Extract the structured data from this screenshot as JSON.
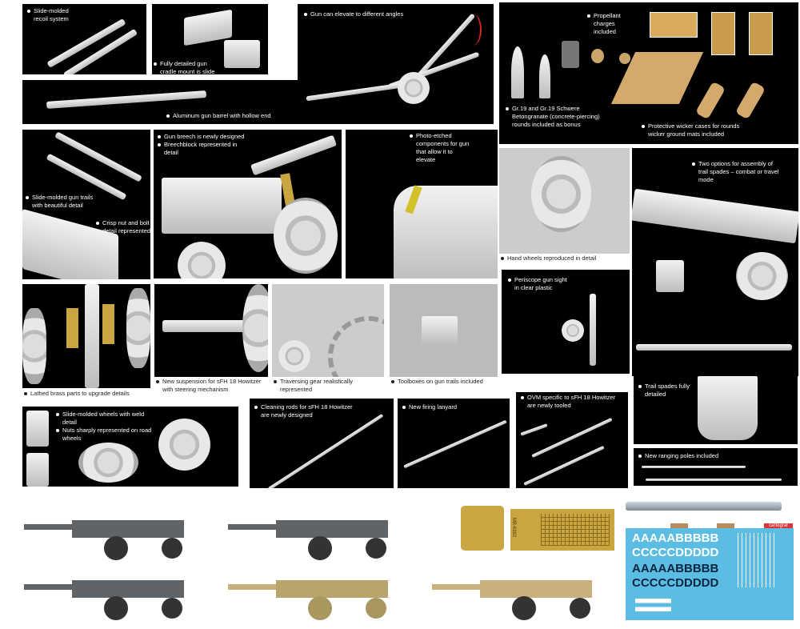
{
  "captions": {
    "recoil": [
      "Slide-molded recoil system"
    ],
    "cradle": [
      "Fully detailed gun cradle mount is slide molded"
    ],
    "barrel": [
      "Aluminum gun barrel with hollow end"
    ],
    "elevate": [
      "Gun can elevate to different angles"
    ],
    "propellant": [
      "Propellant charges included"
    ],
    "rounds": [
      "Gr.19 and Gr.19 Schwere Betongranate (concrete-piercing) rounds included as bonus"
    ],
    "wicker": [
      "Protective wicker cases for rounds wicker ground mats included"
    ],
    "trails": [
      "Slide-molded gun trails with beautiful detail",
      "Crisp nut and bolt detail represented"
    ],
    "breech": [
      "Gun breech is newly designed",
      "Breechblock represented in detail"
    ],
    "photo_etched": [
      "Photo-etched components for gun that allow it to elevate"
    ],
    "hand_wheels": [
      "Hand wheels reproduced in detail"
    ],
    "periscope": [
      "Periscope gun sight in clear plastic"
    ],
    "spades_options": [
      "Two options for assembly of trail spades – combat or travel mode"
    ],
    "brass": [
      "Lathed brass parts to upgrade details"
    ],
    "suspension": [
      "New suspension for sFH 18 Howitzer with steering mechanism"
    ],
    "traversing": [
      "Traversing gear realistically represented"
    ],
    "toolboxes": [
      "Toolboxes on gun trails included"
    ],
    "wheels": [
      "Slide-molded wheels with weld detail",
      "Nuts sharply represented on road wheels"
    ],
    "cleaning_rods": [
      "Cleaning rods for sFH 18 Howitzer are newly designed"
    ],
    "lanyard": [
      "New firing lanyard"
    ],
    "ovm": [
      "OVM specific to sFH 18 Howitzer are newly tooled"
    ],
    "spades_detail": [
      "Trail spades fully detailed"
    ],
    "ranging_poles": [
      "New ranging poles included"
    ]
  },
  "extras": {
    "pe_fret_code": "MB-6392",
    "decal_brand": "cartograf",
    "decal_rows": [
      "AAAAABBBBB",
      "CCCCCDDDDD",
      "AAAAABBBBB",
      "CCCCCDDDDD"
    ]
  },
  "colors": {
    "panel": "#000000",
    "grey_scheme": "#5f6468",
    "camo_scheme": "#c8b07a",
    "sand_scheme": "#c9b07c",
    "brass": "#c9a640",
    "decal_sheet": "#5bbde3"
  }
}
